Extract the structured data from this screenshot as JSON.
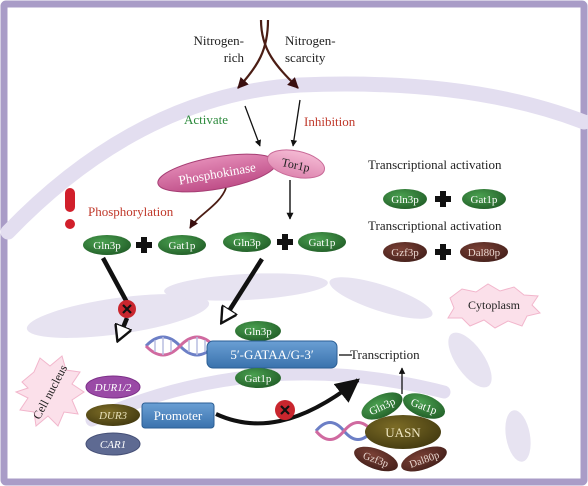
{
  "signals": {
    "nitrogen_rich": [
      "Nitrogen-",
      "rich"
    ],
    "nitrogen_scarcity": [
      "Nitrogen-",
      "scarcity"
    ]
  },
  "regulation": {
    "activate": "Activate",
    "inhibition": "Inhibition",
    "phosphorylation": "Phosphorylation"
  },
  "kinases": {
    "phosphokinase": "Phosphokinase",
    "tor1p": "Tor1p"
  },
  "complexes": {
    "left": {
      "a": "Gln3p",
      "b": "Gat1p"
    },
    "middle": {
      "a": "Gln3p",
      "b": "Gat1p"
    },
    "legend_title_1": "Transcriptional activation",
    "legend_1": {
      "a": "Gln3p",
      "b": "Gat1p"
    },
    "legend_title_2": "Transcriptional activation",
    "legend_2": {
      "a": "Gzf3p",
      "b": "Dal80p"
    }
  },
  "promoter_element": {
    "sequence": "5′-GATAA/G-3′",
    "top_factor": "Gln3p",
    "bottom_factor": "Gat1p",
    "output": "Transcription"
  },
  "compartments": {
    "cytoplasm": "Cytoplasm",
    "nucleus": "Cell nucleus"
  },
  "genes": [
    "DUR1/2",
    "DUR3",
    "CAR1"
  ],
  "promoter_label": "Promoter",
  "uasn": {
    "label": "UASN",
    "activators": [
      "Gln3p",
      "Gat1p"
    ],
    "repressors": [
      "Gzf3p",
      "Dal80p"
    ]
  },
  "colors": {
    "frame": "#a99cc7",
    "membrane": "#e3def0",
    "green_protein": "#2e7a34",
    "brown_protein": "#5b2e26",
    "pink": "#d0669a",
    "blue_box": "#4d86c1",
    "activate_text": "#2c8a3c",
    "inhibit_text": "#c0392b",
    "blocked": "#c9262e"
  }
}
